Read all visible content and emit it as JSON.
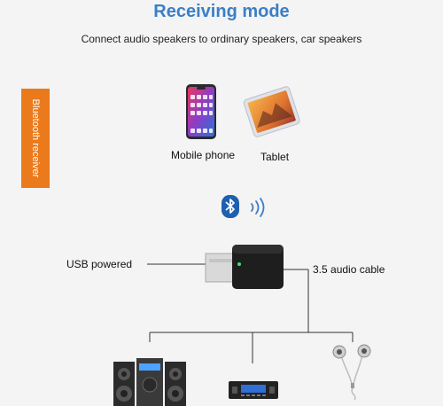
{
  "header": {
    "title": "Receiving mode",
    "subtitle": "Connect audio speakers to ordinary speakers, car speakers"
  },
  "side_tab": {
    "label": "Bluetooth receiver"
  },
  "sources": {
    "phone_label": "Mobile phone",
    "tablet_label": "Tablet"
  },
  "device": {
    "usb_label": "USB powered",
    "cable_label": "3.5 audio cable"
  },
  "icons": {
    "bluetooth": "bluetooth-icon",
    "wireless": "wireless-waves-icon"
  },
  "colors": {
    "title_blue": "#3b7fc6",
    "side_tab_orange": "#ea7a1c",
    "bluetooth_blue": "#1f5fb0",
    "led_green": "#3ee07a"
  }
}
